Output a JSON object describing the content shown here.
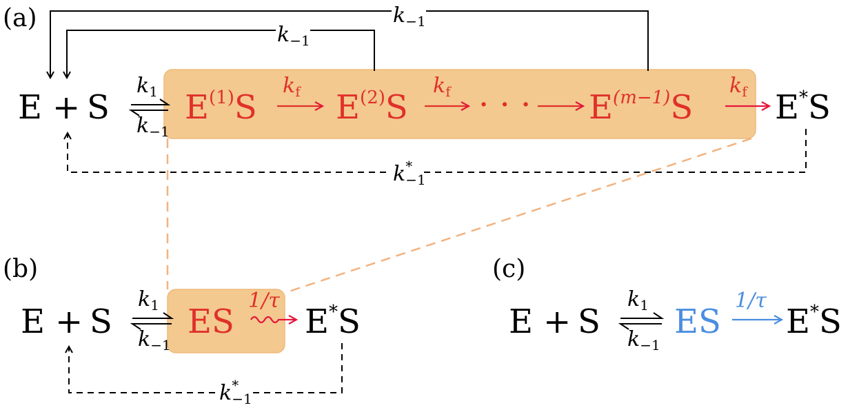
{
  "colors": {
    "black": "#000000",
    "red": "#e0302a",
    "arrow_red": "#e5163b",
    "blue": "#4a8ee0",
    "highlight": "#f3c98f",
    "highlight_border": "#efb97a",
    "connector": "#f2b27f"
  },
  "panel_a": {
    "label": "(a)",
    "E": "E",
    "plus": "+",
    "S": "S",
    "k1": "k",
    "k1_sub": "1",
    "kminus": "k",
    "kminus_sub": "−1",
    "state1": "E",
    "state1_sup": "(1)",
    "state1_S": "S",
    "kf": "k",
    "kf_sub": "f",
    "state2": "E",
    "state2_sup": "(2)",
    "state2_S": "S",
    "dots": "· · ·",
    "state_m": "E",
    "state_m_sup": "(m−1)",
    "state_m_S": "S",
    "product": "E",
    "product_star": "*",
    "product_S": "S",
    "top_rate": "k",
    "top_rate_sub": "−1",
    "mid_rate": "k",
    "mid_rate_sub": "−1",
    "bottom_rate": "k",
    "bottom_rate_star": "*",
    "bottom_rate_sub": "−1"
  },
  "panel_b": {
    "label": "(b)",
    "E": "E",
    "plus": "+",
    "S": "S",
    "k1": "k",
    "k1_sub": "1",
    "kminus": "k",
    "kminus_sub": "−1",
    "ES": "ES",
    "rate": "1/τ",
    "product": "E",
    "product_star": "*",
    "product_S": "S",
    "bottom_rate": "k",
    "bottom_rate_star": "*",
    "bottom_rate_sub": "−1"
  },
  "panel_c": {
    "label": "(c)",
    "E": "E",
    "plus": "+",
    "S": "S",
    "k1": "k",
    "k1_sub": "1",
    "kminus": "k",
    "kminus_sub": "−1",
    "ES": "ES",
    "rate": "1/τ",
    "product": "E",
    "product_star": "*",
    "product_S": "S"
  }
}
